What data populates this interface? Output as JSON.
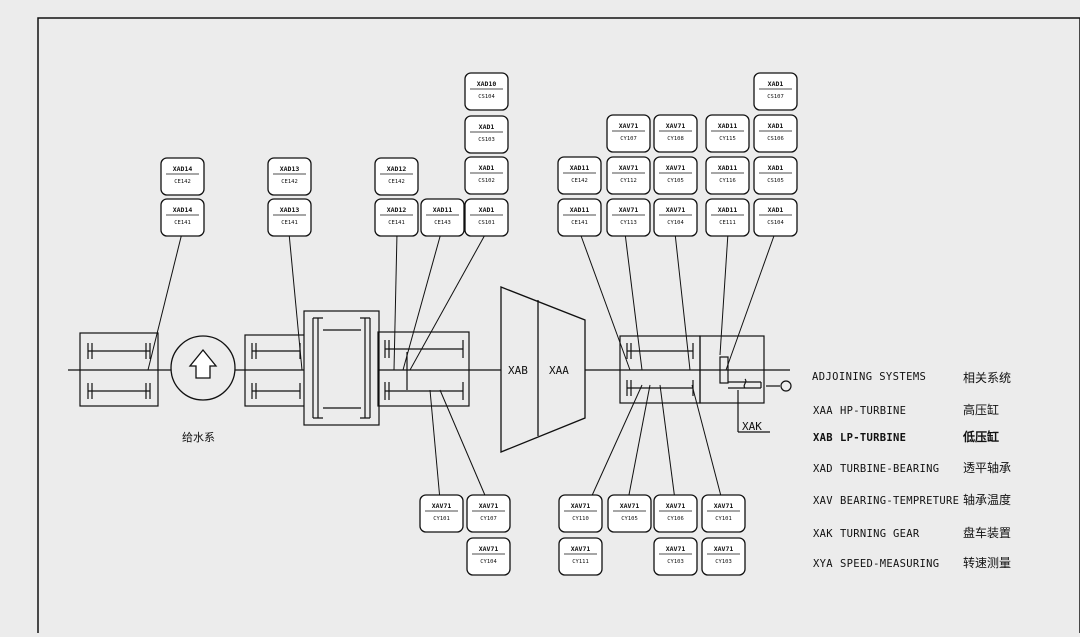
{
  "diagram": {
    "labels": {
      "feedwater": "给水系",
      "xab": "XAB",
      "xaa": "XAA",
      "xak": "XAK"
    },
    "legend": {
      "header": {
        "en": "ADJOINING SYSTEMS",
        "zh": "相关系统"
      },
      "rows": [
        {
          "code": "XAA",
          "en": "HP-TURBINE",
          "zh": "高压缸",
          "bold": false
        },
        {
          "code": "XAB",
          "en": "LP-TURBINE",
          "zh": "低压缸",
          "bold": true
        },
        {
          "code": "XAD",
          "en": "TURBINE-BEARING",
          "zh": "透平轴承",
          "bold": false
        },
        {
          "code": "XAV",
          "en": "BEARING-TEMPRETURE",
          "zh": "轴承温度",
          "bold": false
        },
        {
          "code": "XAK",
          "en": "TURNING GEAR",
          "zh": "盘车装置",
          "bold": false
        },
        {
          "code": "XYA",
          "en": "SPEED-MEASURING",
          "zh": "转速测量",
          "bold": false
        }
      ]
    },
    "tags": [
      {
        "top": "XAD14",
        "bot": "CE142"
      },
      {
        "top": "XAD14",
        "bot": "CE141"
      },
      {
        "top": "XAD13",
        "bot": "CE142"
      },
      {
        "top": "XAD13",
        "bot": "CE141"
      },
      {
        "top": "XAD12",
        "bot": "CE142"
      },
      {
        "top": "XAD12",
        "bot": "CE141"
      },
      {
        "top": "XAD11",
        "bot": "CE143"
      },
      {
        "top": "XAD10",
        "bot": "CS104"
      },
      {
        "top": "XAD1",
        "bot": "CS103"
      },
      {
        "top": "XAD1",
        "bot": "CS102"
      },
      {
        "top": "XAD1",
        "bot": "CS101"
      },
      {
        "top": "XAD11",
        "bot": "CE142"
      },
      {
        "top": "XAD11",
        "bot": "CE141"
      },
      {
        "top": "XAV71",
        "bot": "CY107"
      },
      {
        "top": "XAV71",
        "bot": "CY112"
      },
      {
        "top": "XAV71",
        "bot": "CY113"
      },
      {
        "top": "XAV71",
        "bot": "CY108"
      },
      {
        "top": "XAV71",
        "bot": "CY105"
      },
      {
        "top": "XAV71",
        "bot": "CY104"
      },
      {
        "top": "XAD11",
        "bot": "CY115"
      },
      {
        "top": "XAD11",
        "bot": "CY116"
      },
      {
        "top": "XAD11",
        "bot": "CE111"
      },
      {
        "top": "XAD1",
        "bot": "CS107"
      },
      {
        "top": "XAD1",
        "bot": "CS106"
      },
      {
        "top": "XAD1",
        "bot": "CS105"
      },
      {
        "top": "XAD1",
        "bot": "CS104"
      },
      {
        "top": "XAV71",
        "bot": "CY101"
      },
      {
        "top": "XAV71",
        "bot": "CY107"
      },
      {
        "top": "XAV71",
        "bot": "CY104"
      },
      {
        "top": "XAV71",
        "bot": "CY110"
      },
      {
        "top": "XAV71",
        "bot": "CY111"
      },
      {
        "top": "XAV71",
        "bot": "CY105"
      },
      {
        "top": "XAV71",
        "bot": "CY106"
      },
      {
        "top": "XAV71",
        "bot": "CY103"
      },
      {
        "top": "XAV71",
        "bot": "CY101"
      },
      {
        "top": "XAV71",
        "bot": "CY103"
      }
    ]
  }
}
